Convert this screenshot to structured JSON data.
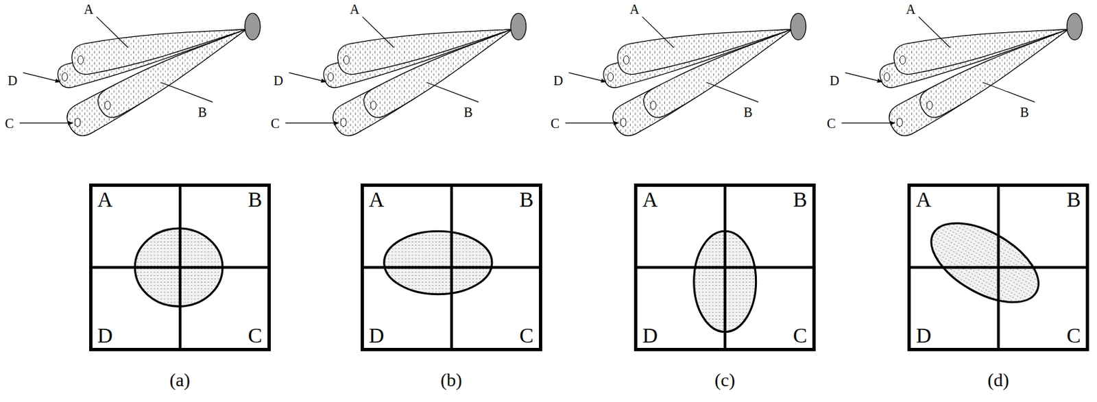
{
  "diagram": {
    "nodes": [
      {
        "text": [
          "A",
          "B",
          "D",
          "C"
        ]
      },
      {
        "text": [
          "A",
          "B",
          "D",
          "C"
        ]
      },
      {
        "text": [
          "A",
          "B",
          "D",
          "C"
        ]
      },
      {
        "text": [
          "A",
          "B",
          "D",
          "C"
        ]
      }
    ],
    "labels": [
      "A",
      "D",
      "C",
      "B",
      "(a)",
      "A",
      "D",
      "C",
      "B",
      "(b)",
      "A",
      "D",
      "C",
      "B",
      "(c)",
      "A",
      "D",
      "C",
      "B",
      "(d)"
    ]
  }
}
